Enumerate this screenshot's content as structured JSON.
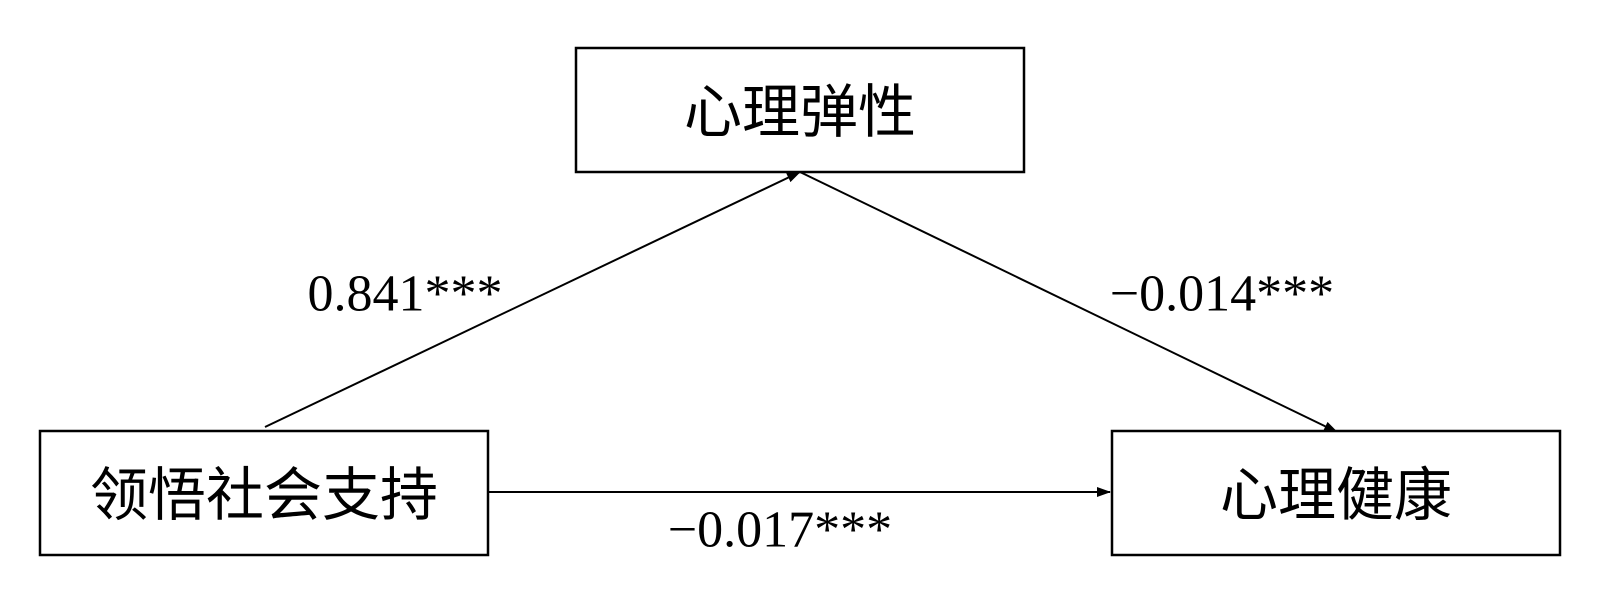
{
  "nodes": {
    "mediator": {
      "label": "心理弹性"
    },
    "predictor": {
      "label": "领悟社会支持"
    },
    "outcome": {
      "label": "心理健康"
    }
  },
  "paths": {
    "a": {
      "coefficient": "0.841***"
    },
    "b": {
      "coefficient": "−0.014***"
    },
    "c": {
      "coefficient": "−0.017***"
    }
  },
  "colors": {
    "stroke": "#000000",
    "background": "#ffffff"
  }
}
